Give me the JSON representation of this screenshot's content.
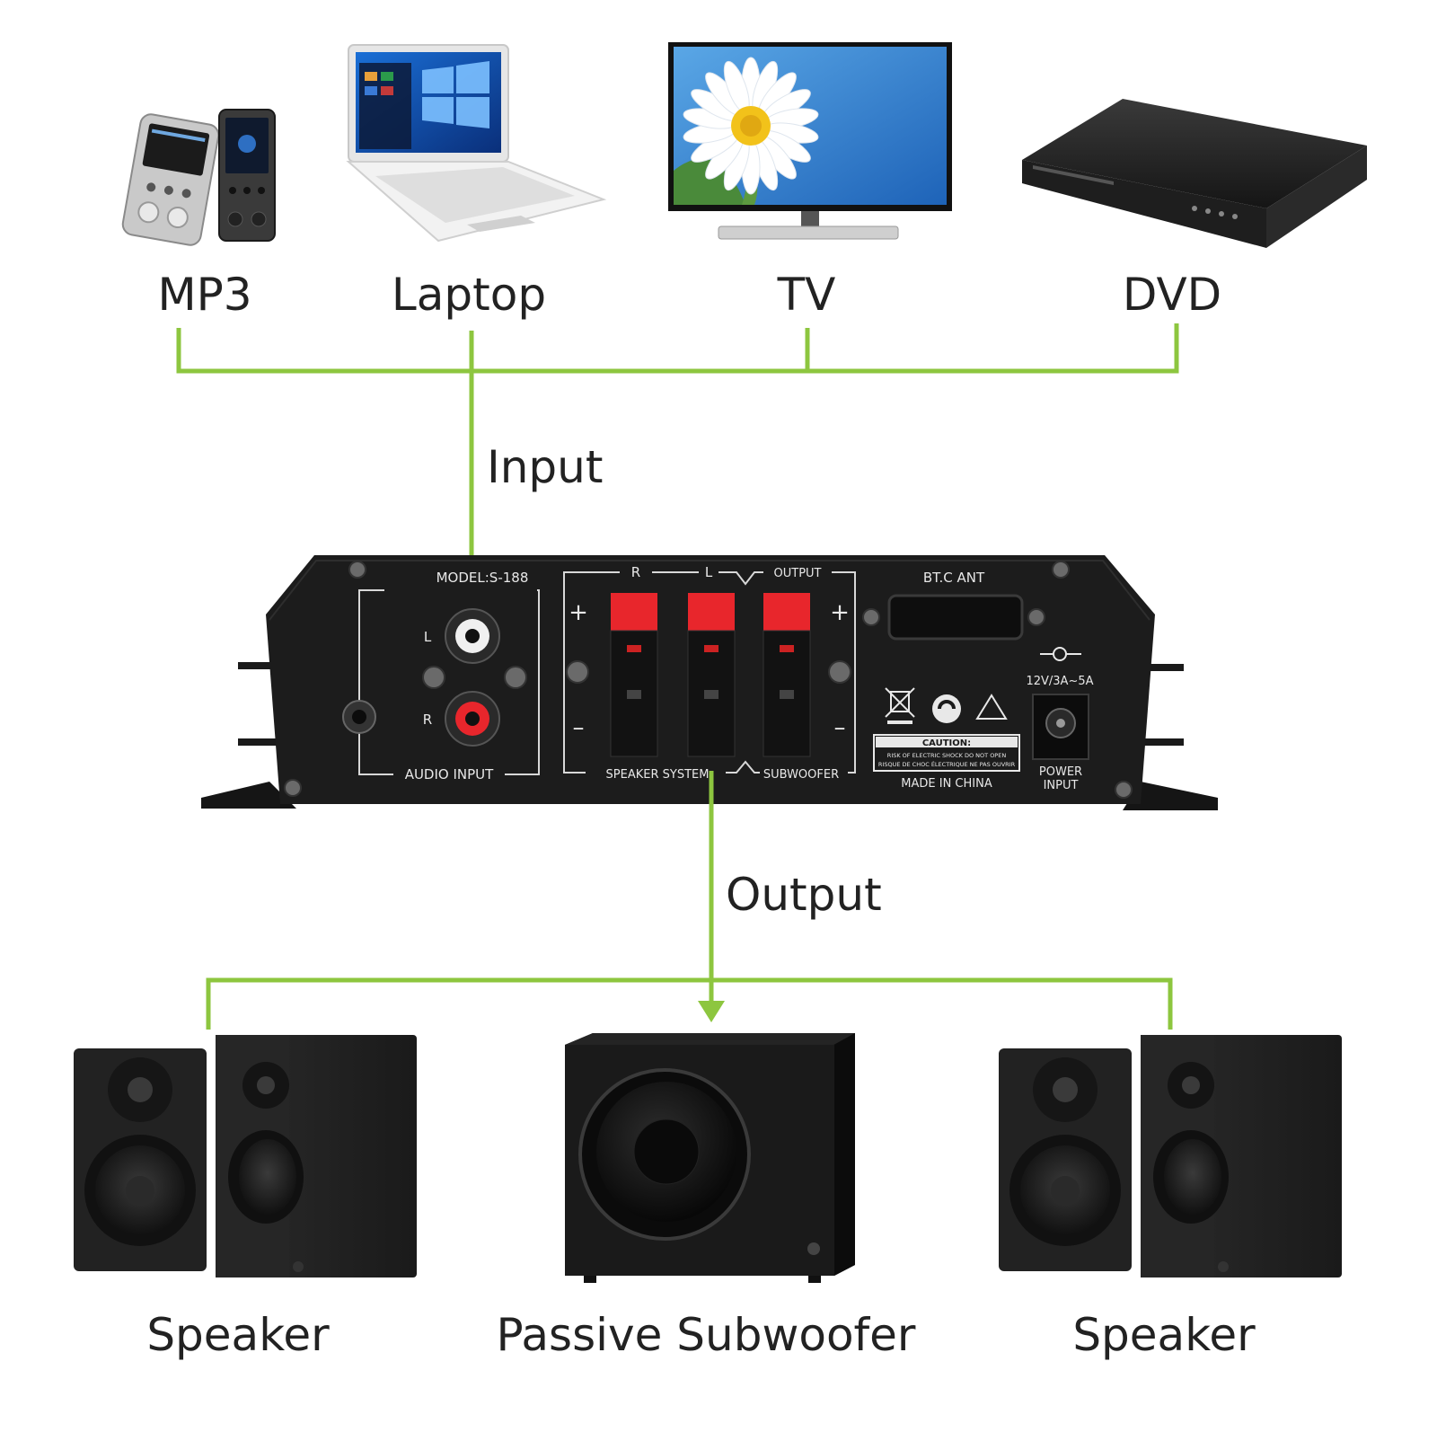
{
  "colors": {
    "connector": "#8dc63f",
    "label": "#222222",
    "amp_body": "#1c1c1c",
    "amp_print": "#e8e8e8",
    "terminal_red": "#e8262c"
  },
  "sources": [
    {
      "label": "MP3",
      "icon": "mp3-player-icon"
    },
    {
      "label": "Laptop",
      "icon": "laptop-icon"
    },
    {
      "label": "TV",
      "icon": "tv-icon"
    },
    {
      "label": "DVD",
      "icon": "dvd-player-icon"
    }
  ],
  "flow": {
    "input_label": "Input",
    "output_label": "Output"
  },
  "amplifier": {
    "model": "MODEL:S-188",
    "input_l": "L",
    "input_r": "R",
    "audio_input": "AUDIO INPUT",
    "ch_r": "R",
    "ch_l": "L",
    "output": "OUTPUT",
    "plus": "+",
    "minus": "–",
    "speaker_system": "SPEAKER  SYSTEM",
    "subwoofer": "SUBWOOFER",
    "bt_ant": "BT.C ANT",
    "power_rating": "12V/3A~5A",
    "power_input_1": "POWER",
    "power_input_2": "INPUT",
    "caution": "CAUTION:",
    "caution_line1": "RISK OF ELECTRIC SHOCK DO NOT OPEN",
    "caution_line2": "RISQUE DE CHOC ÉLECTRIQUE NE PAS OUVRIR",
    "made_in": "MADE IN CHINA"
  },
  "outputs": [
    {
      "label": "Speaker",
      "icon": "bookshelf-speakers-icon"
    },
    {
      "label": "Passive Subwoofer",
      "icon": "subwoofer-icon"
    },
    {
      "label": "Speaker",
      "icon": "bookshelf-speakers-icon"
    }
  ]
}
